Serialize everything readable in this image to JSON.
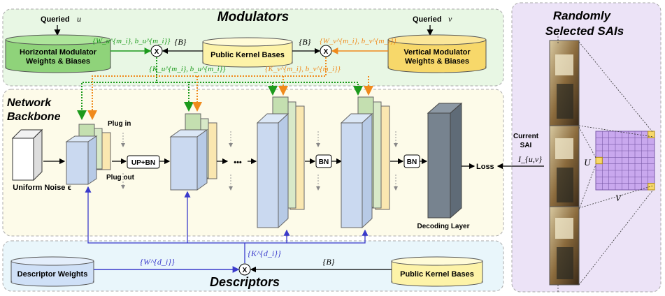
{
  "panels": {
    "modulators_title": "Modulators",
    "backbone_title_line1": "Network",
    "backbone_title_line2": "Backbone",
    "descriptors_title": "Descriptors",
    "sai_title_line1": "Randomly",
    "sai_title_line2": "Selected SAIs"
  },
  "modulators": {
    "queried_u_label": "Queried",
    "queried_u_var": "u",
    "queried_v_label": "Queried",
    "queried_v_var": "v",
    "horizontal_line1": "Horizontal Modulator",
    "horizontal_line2": "Weights & Biases",
    "vertical_line1": "Vertical Modulator",
    "vertical_line2": "Weights & Biases",
    "public_bases": "Public Kernel Bases",
    "B_left": "{B}",
    "B_right": "{B}",
    "w_u": "{W_u^{m_i}, b_u^{m_i}}",
    "w_v": "{W_v^{m_i}, b_v^{m_i}}",
    "k_u": "{K_u^{m_i}, b_u^{m_i}}",
    "k_v": "{K_v^{m_i}, b_v^{m_i}}",
    "x_symbol": "X"
  },
  "backbone": {
    "uniform_noise": "Uniform Noise ϵ",
    "plug_in": "Plug in",
    "plug_out": "Plug out",
    "up_bn": "UP+BN",
    "bn1": "BN",
    "bn2": "BN",
    "dots": "•••",
    "decoding_layer": "Decoding Layer",
    "loss": "Loss"
  },
  "descriptors": {
    "descriptor_weights": "Descriptor Weights",
    "public_bases": "Public Kernel Bases",
    "w_d": "{W^{d_i}}",
    "k_d": "{K^{d_i}}",
    "B": "{B}",
    "x_symbol": "X"
  },
  "sai": {
    "current_line1": "Current",
    "current_line2": "SAI",
    "i_uv": "I_{u,v}",
    "u_axis": "U",
    "v_axis": "V"
  },
  "colors": {
    "modulators_bg": "#e8f7e4",
    "backbone_bg": "#fdfbe9",
    "descriptors_bg": "#e9f6fb",
    "sai_bg": "#ece3f7",
    "horizontal_green": "#8fd37a",
    "vertical_yellow": "#f7d86a",
    "descriptor_blue": "#cfe0f7",
    "green_arrow": "#1c9a1c",
    "orange_arrow": "#f08a1c",
    "blue_arrow": "#3a3acb",
    "grid_purple": "#c9a8ee"
  }
}
